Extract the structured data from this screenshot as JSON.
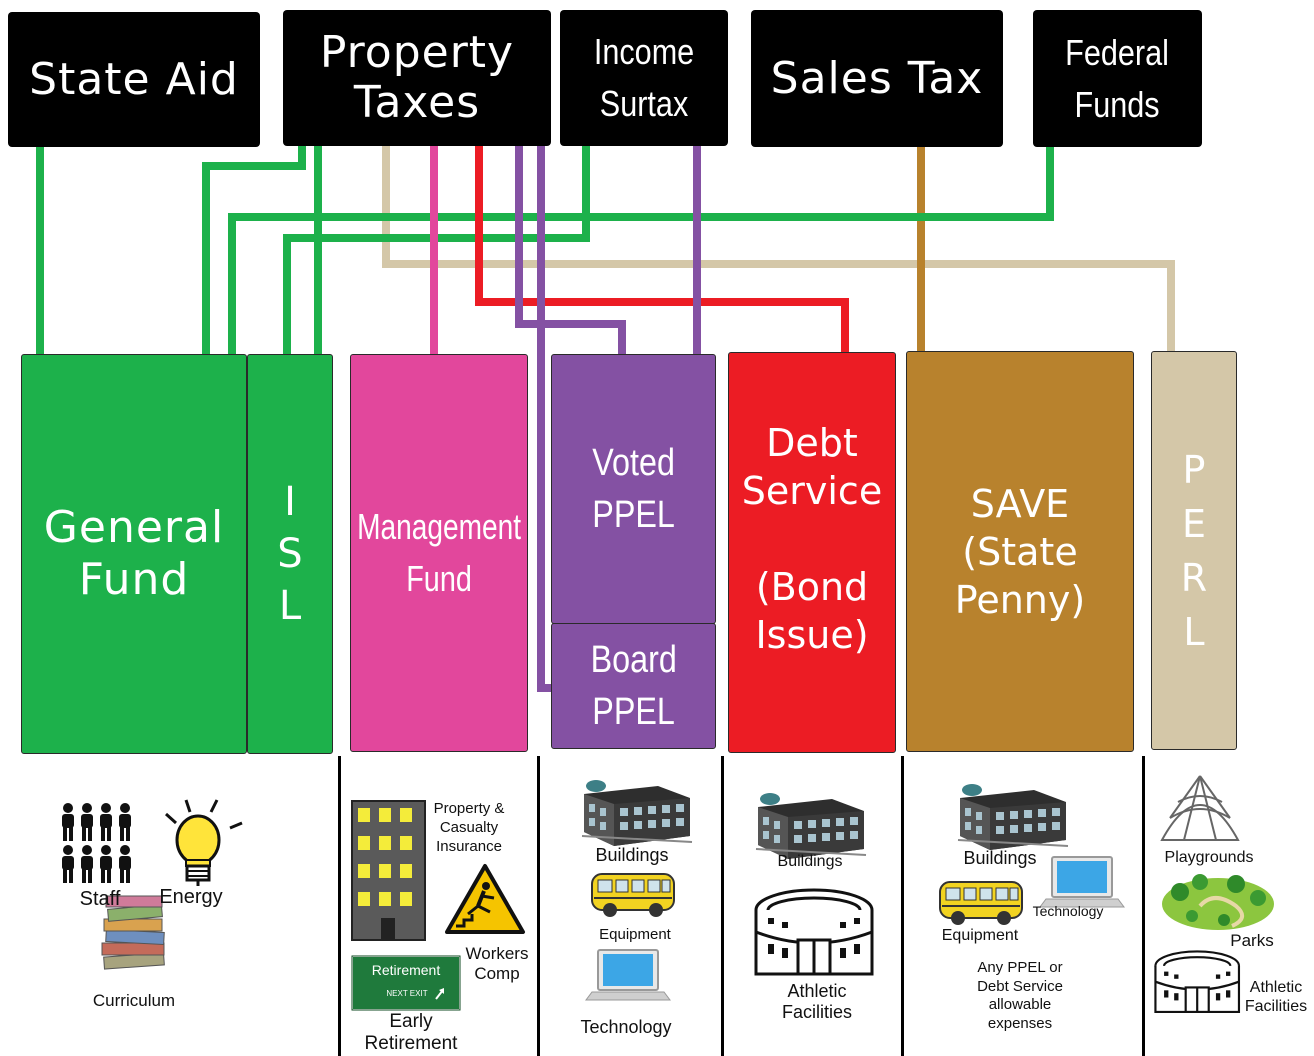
{
  "sources": {
    "state_aid": "State Aid",
    "property_taxes": [
      "Property",
      "Taxes"
    ],
    "income_surtax": [
      "Income",
      "Surtax"
    ],
    "sales_tax": "Sales Tax",
    "federal_funds": [
      "Federal",
      "Funds"
    ]
  },
  "funds": {
    "general": [
      "General",
      "Fund"
    ],
    "isl": [
      "I",
      "S",
      "L"
    ],
    "management": [
      "Management",
      "Fund"
    ],
    "voted_ppel": [
      "Voted",
      "PPEL"
    ],
    "board_ppel": [
      "Board",
      "PPEL"
    ],
    "debt_service": [
      "Debt",
      "Service",
      "(Bond",
      "Issue)"
    ],
    "save": [
      "SAVE",
      "(State",
      "Penny)"
    ],
    "perl": [
      "P",
      "E",
      "R",
      "L"
    ]
  },
  "colors": {
    "green": "#1db14b",
    "pink": "#e2479c",
    "purple": "#8451a3",
    "red": "#ec1c24",
    "brown": "#b8822d",
    "tan": "#d4c7a8"
  },
  "uses": {
    "general": {
      "staff": "Staff",
      "energy": "Energy",
      "curriculum": "Curriculum"
    },
    "management": {
      "insurance": [
        "Property &",
        "Casualty",
        "Insurance"
      ],
      "workers_comp": [
        "Workers",
        "Comp"
      ],
      "sign_top": "Retirement",
      "sign_bottom": "NEXT EXIT",
      "early_retirement": [
        "Early",
        "Retirement"
      ]
    },
    "ppel": {
      "buildings": "Buildings",
      "equipment": "Equipment",
      "technology": "Technology"
    },
    "debt": {
      "buildings": "Buildings",
      "athletic": [
        "Athletic",
        "Facilities"
      ]
    },
    "save": {
      "buildings": "Buildings",
      "technology": "Technology",
      "equipment": "Equipment",
      "note": [
        "Any PPEL or",
        "Debt Service",
        "allowable",
        "expenses"
      ]
    },
    "perl": {
      "playgrounds": "Playgrounds",
      "parks": "Parks",
      "athletic": [
        "Athletic",
        "Facilities"
      ]
    }
  }
}
